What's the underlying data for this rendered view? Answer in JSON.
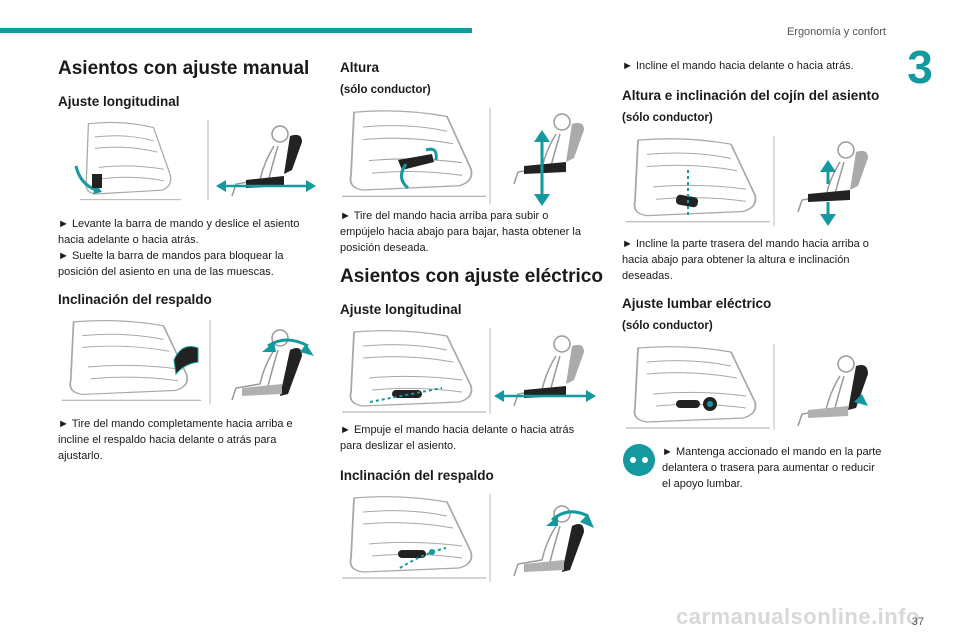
{
  "header": {
    "section_title": "Ergonomía y confort",
    "chapter_number": "3",
    "page_number": "37",
    "watermark": "carmanualsonline.info"
  },
  "col1": {
    "title": "Asientos con ajuste manual",
    "sub1": "Ajuste longitudinal",
    "text1a": "► Levante la barra de mando y deslice el asiento hacia adelante o hacia atrás.",
    "text1b": "► Suelte la barra de mandos para bloquear la posición del asiento en una de las muescas.",
    "sub2": "Inclinación del respaldo",
    "text2": "► Tire del mando completamente hacia arriba e incline el respaldo hacia delante o atrás para ajustarlo."
  },
  "col2": {
    "sub_height": "Altura",
    "note_height": "(sólo conductor)",
    "text_height": "► Tire del mando hacia arriba para subir o empújelo hacia abajo para bajar, hasta obtener la posición deseada.",
    "title2": "Asientos con ajuste eléctrico",
    "sub_long": "Ajuste longitudinal",
    "text_long": "► Empuje el mando hacia delante o hacia atrás para deslizar el asiento.",
    "sub_incl": "Inclinación del respaldo"
  },
  "col3": {
    "text_top": "► Incline el mando hacia delante o hacia atrás.",
    "sub_cushion": "Altura e inclinación del cojín del asiento",
    "note_cushion": "(sólo conductor)",
    "text_cushion": "► Incline la parte trasera del mando hacia arriba o hacia abajo para obtener la altura e inclinación deseadas.",
    "sub_lumbar": "Ajuste lumbar eléctrico",
    "note_lumbar": "(sólo conductor)",
    "text_lumbar": "► Mantenga accionado el mando en la parte delantera o trasera para aumentar o reducir el apoyo lumbar."
  },
  "colors": {
    "accent": "#13999e",
    "figure_gray": "#222222",
    "sketch_gray": "#a8a8a8"
  }
}
